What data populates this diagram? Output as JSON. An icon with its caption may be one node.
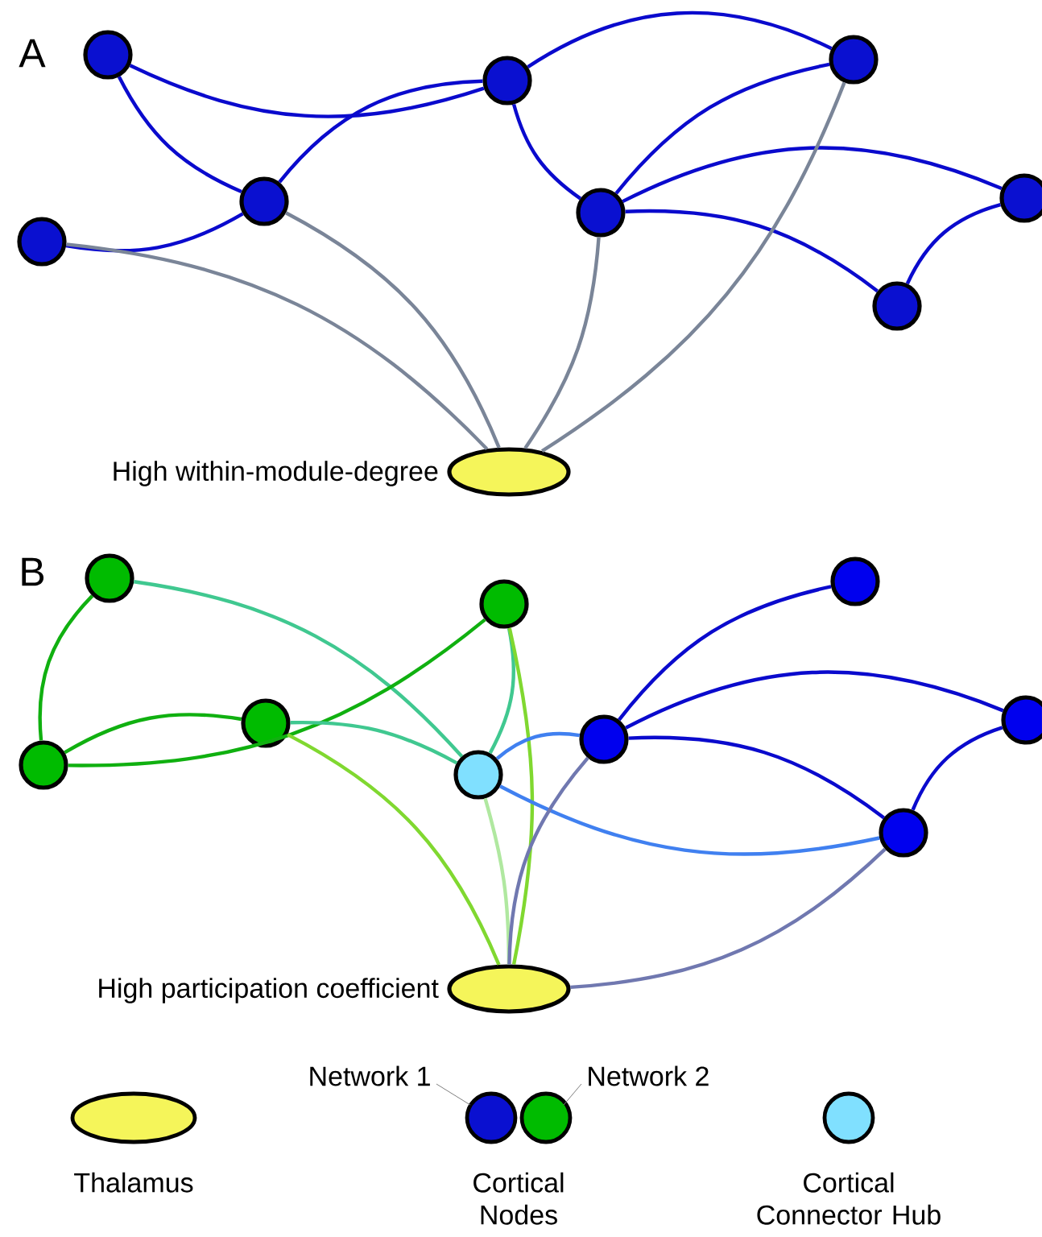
{
  "diagram": {
    "nodes": [
      {
        "text": [],
        "shape": "circle"
      },
      {
        "text": [],
        "shape": "circle"
      },
      {
        "text": [],
        "shape": "circle"
      },
      {
        "text": [],
        "shape": "circle"
      },
      {
        "text": [],
        "shape": "circle"
      },
      {
        "text": [],
        "shape": "circle"
      },
      {
        "text": [],
        "shape": "circle"
      },
      {
        "text": [],
        "shape": "circle"
      },
      {
        "text": [],
        "shape": "ellipse",
        "beside": [
          "High within-module-degree"
        ]
      },
      {
        "text": [],
        "shape": "circle"
      },
      {
        "text": [],
        "shape": "circle"
      },
      {
        "text": [],
        "shape": "circle"
      },
      {
        "text": [],
        "shape": "circle"
      },
      {
        "text": [],
        "shape": "circle"
      },
      {
        "text": [],
        "shape": "circle"
      },
      {
        "text": [],
        "shape": "circle"
      },
      {
        "text": [],
        "shape": "circle"
      },
      {
        "text": [],
        "shape": "circle"
      },
      {
        "text": [],
        "shape": "ellipse",
        "beside": [
          "High participation coefficient"
        ]
      }
    ],
    "edges": [
      {
        "from": 0,
        "to": 3,
        "arrow": "none"
      },
      {
        "from": 0,
        "to": 1,
        "arrow": "none"
      },
      {
        "from": 3,
        "to": 1,
        "arrow": "none"
      },
      {
        "from": 1,
        "to": 2,
        "arrow": "none"
      },
      {
        "from": 1,
        "to": 5,
        "arrow": "none"
      },
      {
        "from": 5,
        "to": 2,
        "arrow": "none"
      },
      {
        "from": 5,
        "to": 6,
        "arrow": "none"
      },
      {
        "from": 5,
        "to": 7,
        "arrow": "none"
      },
      {
        "from": 7,
        "to": 6,
        "arrow": "none"
      },
      {
        "from": 4,
        "to": 3,
        "arrow": "none"
      },
      {
        "from": 4,
        "to": 8,
        "arrow": "none",
        "color": "#7a8598"
      },
      {
        "from": 3,
        "to": 8,
        "arrow": "none",
        "color": "#7a8598"
      },
      {
        "from": 5,
        "to": 8,
        "arrow": "none",
        "color": "#7a8598"
      },
      {
        "from": 2,
        "to": 8,
        "arrow": "none",
        "color": "#7a8598"
      },
      {
        "from": 9,
        "to": 13,
        "arrow": "none",
        "color": "#10b010"
      },
      {
        "from": 9,
        "to": 14,
        "arrow": "none",
        "color": "#40c890"
      },
      {
        "from": 13,
        "to": 12,
        "arrow": "none",
        "color": "#10b010"
      },
      {
        "from": 13,
        "to": 10,
        "arrow": "none",
        "color": "#10b010"
      },
      {
        "from": 12,
        "to": 14,
        "arrow": "none",
        "color": "#40c890"
      },
      {
        "from": 12,
        "to": 18,
        "arrow": "none",
        "color": "#80d830"
      },
      {
        "from": 10,
        "to": 14,
        "arrow": "none",
        "color": "#40c890"
      },
      {
        "from": 10,
        "to": 18,
        "arrow": "none",
        "color": "#80d830"
      },
      {
        "from": 14,
        "to": 18,
        "arrow": "none",
        "color": "#b0e8a0"
      },
      {
        "from": 14,
        "to": 15,
        "arrow": "none",
        "color": "#4080f0"
      },
      {
        "from": 14,
        "to": 17,
        "arrow": "none",
        "color": "#4080f0"
      },
      {
        "from": 15,
        "to": 11,
        "arrow": "none"
      },
      {
        "from": 15,
        "to": 16,
        "arrow": "none"
      },
      {
        "from": 15,
        "to": 17,
        "arrow": "none"
      },
      {
        "from": 17,
        "to": 16,
        "arrow": "none"
      },
      {
        "from": 15,
        "to": 18,
        "arrow": "none",
        "color": "#7078b0"
      },
      {
        "from": 17,
        "to": 18,
        "arrow": "none",
        "color": "#7078b0"
      }
    ],
    "labels": [
      "A",
      "B",
      "Cortical Nodes"
    ],
    "legend": [
      {
        "text": "Thalamus",
        "color": "#f5f55a"
      },
      {
        "text": "Network 1",
        "color": "#0a10d0"
      },
      {
        "text": "Network 2",
        "color": "#00bb00"
      },
      {
        "text": "Cortical Connector Hub",
        "color": "#80e0ff"
      }
    ]
  }
}
